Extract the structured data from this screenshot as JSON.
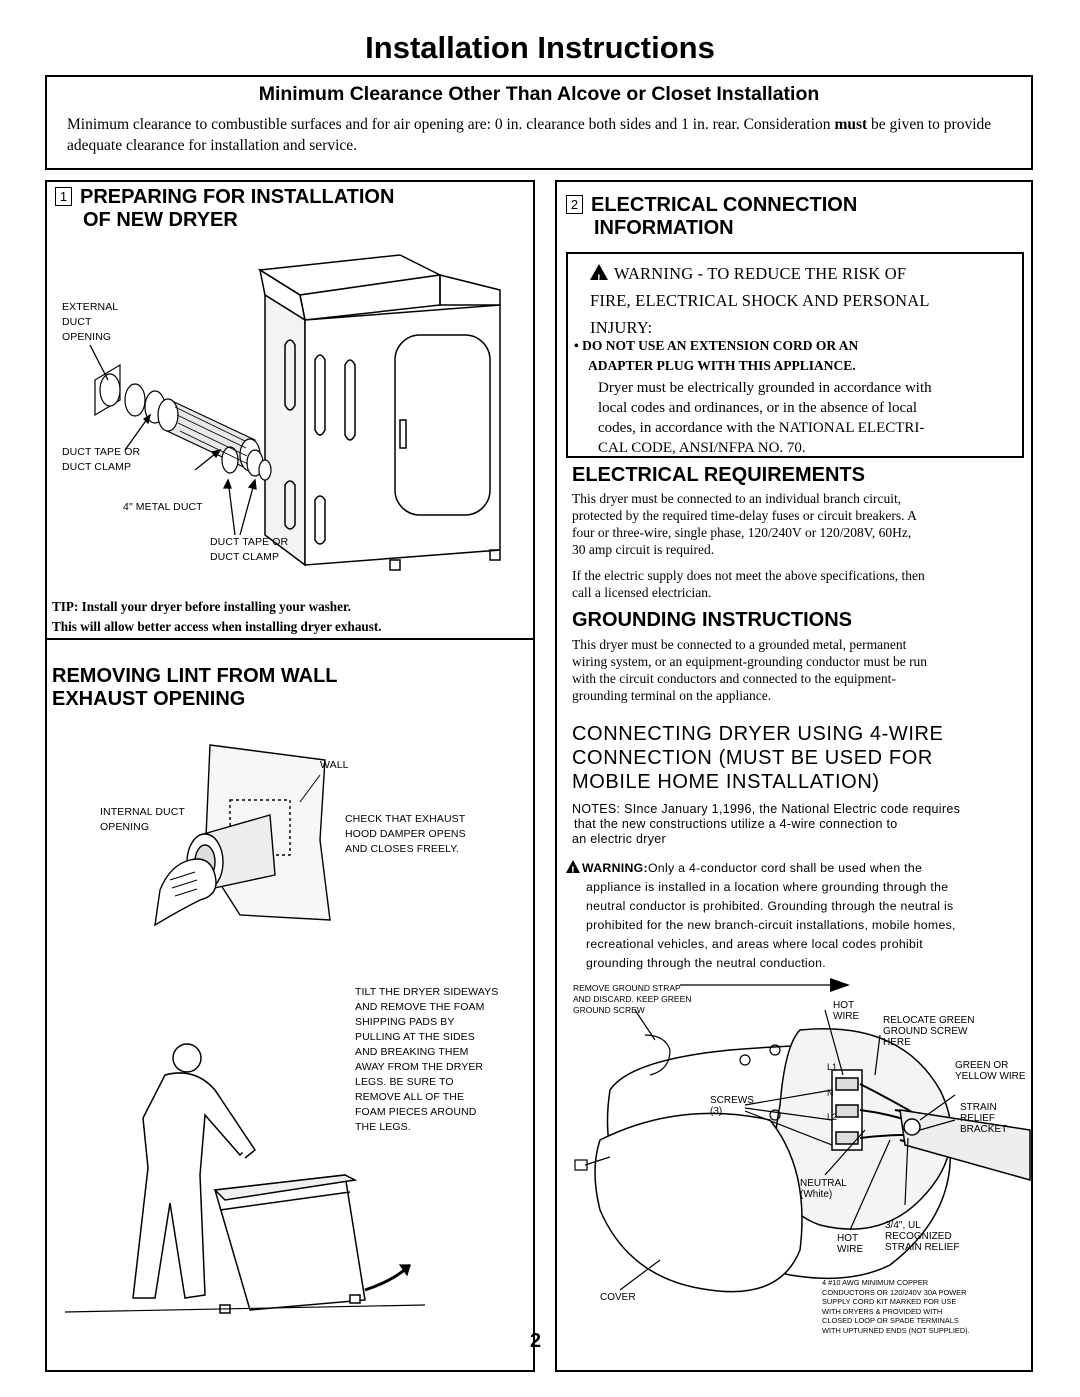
{
  "page": {
    "title": "Installation Instructions",
    "number": "2"
  },
  "clearance": {
    "heading": "Minimum Clearance Other Than Alcove or Closet Installation",
    "text_1": "Minimum clearance to combustible surfaces and for air opening are: 0 in. clearance both sides and 1 in. rear. Consideration",
    "text_must": "must",
    "text_2": " be given to provide adequate clearance for installation and service."
  },
  "section1": {
    "number": "1",
    "heading_line1": "PREPARING FOR INSTALLATION",
    "heading_line2": "OF NEW DRYER",
    "labels": {
      "external_duct": [
        "EXTERNAL",
        "DUCT",
        "OPENING"
      ],
      "duct_tape_left": [
        "DUCT TAPE OR",
        "DUCT CLAMP"
      ],
      "metal_duct": "4\" METAL DUCT",
      "duct_tape_right": [
        "DUCT TAPE OR",
        "DUCT CLAMP"
      ]
    },
    "tip_line1": "TIP: Install your dryer before installing your washer.",
    "tip_line2": "This will allow better access when installing dryer exhaust."
  },
  "lint": {
    "heading_line1": "REMOVING LINT FROM  WALL",
    "heading_line2": "EXHAUST OPENING",
    "labels": {
      "wall": "WALL",
      "internal_duct": [
        "INTERNAL DUCT",
        "OPENING"
      ],
      "check_exhaust": [
        "CHECK THAT EXHAUST",
        "HOOD DAMPER OPENS",
        "AND CLOSES FREELY."
      ],
      "tilt": [
        "TILT THE DRYER SIDEWAYS",
        "AND REMOVE THE FOAM",
        "SHIPPING PADS BY",
        "PULLING AT THE SIDES",
        "AND BREAKING THEM",
        "AWAY FROM THE DRYER",
        "LEGS. BE SURE TO",
        "REMOVE ALL OF THE",
        "FOAM PIECES AROUND",
        "THE LEGS."
      ]
    }
  },
  "section2": {
    "number": "2",
    "heading_line1": "ELECTRICAL CONNECTION",
    "heading_line2": "INFORMATION",
    "warning": {
      "line1": "WARNING - TO REDUCE THE RISK OF",
      "line2": "FIRE, ELECTRICAL SHOCK AND PERSONAL",
      "line3": "INJURY:",
      "bullet_line1": "• DO NOT USE AN EXTENSION CORD OR AN",
      "bullet_line2": "ADAPTER PLUG WITH THIS APPLIANCE.",
      "body": [
        "Dryer must be electrically grounded in accordance with",
        "local codes and ordinances, or in the absence of local",
        "codes, in accordance with the NATIONAL ELECTRI-",
        "CAL CODE, ANSI/NFPA NO. 70."
      ]
    }
  },
  "electrical_requirements": {
    "heading": "ELECTRICAL REQUIREMENTS",
    "para1": [
      "This dryer must be connected to an individual branch circuit,",
      "protected by the required time-delay fuses or circuit breakers. A",
      "four or three-wire, single phase, 120/240V or  120/208V, 60Hz,",
      "30 amp circuit is required."
    ],
    "para2": [
      "If the electric supply does not meet the above specifications, then",
      "call a licensed electrician."
    ]
  },
  "grounding": {
    "heading": "GROUNDING INSTRUCTIONS",
    "para": [
      "This dryer must be connected to a grounded metal, permanent",
      "wiring system, or an equipment-grounding conductor must be run",
      "with the circuit conductors and connected to the equipment-",
      "grounding terminal on the appliance."
    ]
  },
  "four_wire": {
    "heading": [
      "CONNECTING DRYER USING 4-WIRE",
      "CONNECTION (MUST BE USED FOR",
      "MOBILE HOME INSTALLATION)"
    ],
    "notes": [
      "NOTES: SInce January 1,1996, the National Electric code requires",
      "that the new constructions utilize a 4-wire connection to",
      "an electric dryer"
    ],
    "warning_label": "WARNING:",
    "warning_first": "Only a 4-conductor cord shall be used when the",
    "warning_rest": [
      "appliance is installed in a location where grounding through the",
      "neutral conductor is prohibited. Grounding through the neutral is",
      "prohibited for the new branch-circuit installations, mobile homes,",
      "recreational vehicles, and areas where local codes prohibit",
      "grounding through the neutral conduction."
    ],
    "labels": {
      "remove_strap": [
        "REMOVE GROUND STRAP",
        "AND DISCARD. KEEP GREEN",
        "GROUND SCREW"
      ],
      "hot_wire_top": [
        "HOT",
        "WIRE"
      ],
      "relocate": [
        "RELOCATE GREEN",
        "GROUND SCREW",
        "HERE"
      ],
      "green_yellow": [
        "GREEN OR",
        "YELLOW WIRE"
      ],
      "l1": "L1",
      "n": "N",
      "l2": "L2",
      "screws": [
        "SCREWS",
        "(3)"
      ],
      "strain_relief": [
        "STRAIN",
        "RELIEF",
        "BRACKET"
      ],
      "neutral": [
        "NEUTRAL",
        "(White)"
      ],
      "ul": [
        "3/4\", UL",
        "RECOGNIZED",
        "STRAIN RELIEF"
      ],
      "hot_wire_bottom": [
        "HOT",
        "WIRE"
      ],
      "cover": "COVER",
      "cord_note": [
        "4 #10 AWG MINIMUM COPPER",
        "CONDUCTORS OR 120/240V 30A POWER",
        "SUPPLY CORD KIT MARKED FOR USE",
        "WITH DRYERS & PROVIDED WITH",
        "CLOSED LOOP OR SPADE TERMINALS",
        "WITH UPTURNED ENDS (NOT SUPPLIED)."
      ]
    }
  }
}
